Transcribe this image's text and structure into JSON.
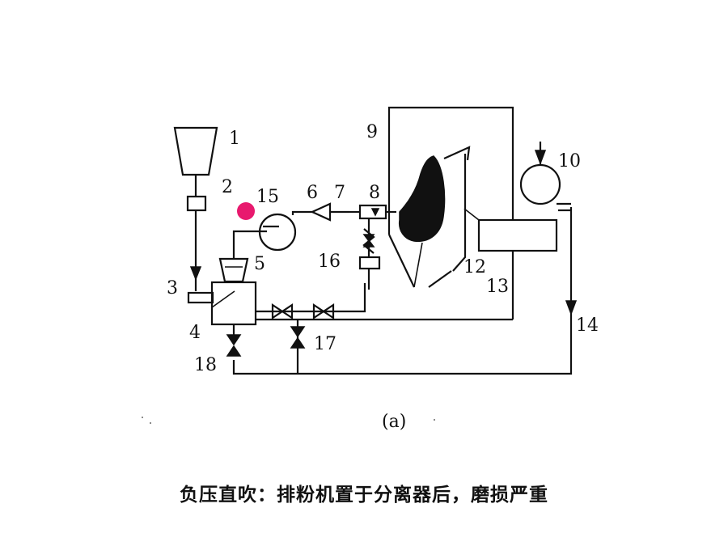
{
  "diagram": {
    "labels": {
      "n1": "1",
      "n2": "2",
      "n3": "3",
      "n4": "4",
      "n5": "5",
      "n6": "6",
      "n7": "7",
      "n8": "8",
      "n9": "9",
      "n10": "10",
      "n12": "12",
      "n13": "13",
      "n14": "14",
      "n15": "15",
      "n16": "16",
      "n17": "17",
      "n18": "18"
    },
    "caption": "(a)"
  },
  "subtitle": "负压直吹：排粉机置于分离器后，磨损严重",
  "colors": {
    "marker": "#e8196e",
    "ink": "#111111"
  }
}
